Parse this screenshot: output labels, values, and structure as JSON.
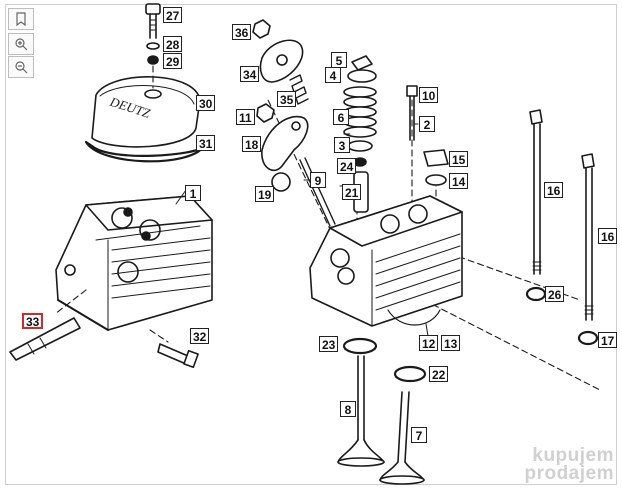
{
  "toolbar": {
    "buttons": [
      {
        "name": "bookmark-button",
        "icon": "bookmark-icon"
      },
      {
        "name": "zoom-in-button",
        "icon": "zoom-in-icon"
      },
      {
        "name": "zoom-out-button",
        "icon": "zoom-out-icon"
      }
    ]
  },
  "labels": {
    "l1": "1",
    "l2": "2",
    "l3": "3",
    "l4": "4",
    "l5": "5",
    "l6": "6",
    "l7": "7",
    "l8": "8",
    "l9": "9",
    "l10": "10",
    "l11": "11",
    "l12": "12",
    "l13": "13",
    "l14": "14",
    "l15": "15",
    "l16a": "16",
    "l16b": "16",
    "l17": "17",
    "l18": "18",
    "l19": "19",
    "l21": "21",
    "l22": "22",
    "l23": "23",
    "l24": "24",
    "l26": "26",
    "l27": "27",
    "l28": "28",
    "l29": "29",
    "l30": "30",
    "l31": "31",
    "l32": "32",
    "l33": "33",
    "l34": "34",
    "l35": "35",
    "l36": "36"
  },
  "selected_label": "33",
  "watermark": {
    "line1": "kupujem",
    "line2": "prodajem"
  },
  "colors": {
    "ink": "#1a1a1a",
    "selection": "#d42a2a",
    "frame": "#cfcfcf"
  }
}
